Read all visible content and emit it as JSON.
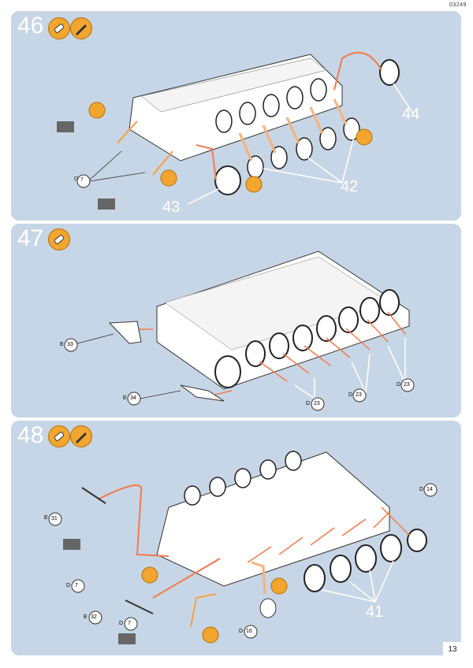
{
  "header": {
    "code": "03249"
  },
  "steps": [
    {
      "number": "46",
      "icons": [
        "glue-tube-icon",
        "paint-brush-icon"
      ],
      "callouts": [
        {
          "sprue": "D",
          "part": "7"
        },
        {
          "big": "42"
        },
        {
          "big": "43"
        },
        {
          "big": "44"
        }
      ]
    },
    {
      "number": "47",
      "icons": [
        "glue-tube-icon"
      ],
      "callouts": [
        {
          "sprue": "E",
          "part": "33"
        },
        {
          "sprue": "E",
          "part": "34"
        },
        {
          "sprue": "D",
          "part": "23"
        },
        {
          "sprue": "D",
          "part": "23"
        },
        {
          "sprue": "D",
          "part": "23"
        }
      ]
    },
    {
      "number": "48",
      "icons": [
        "glue-tube-icon",
        "paint-brush-icon"
      ],
      "callouts": [
        {
          "sprue": "E",
          "part": "31"
        },
        {
          "sprue": "D",
          "part": "7"
        },
        {
          "sprue": "E",
          "part": "32"
        },
        {
          "sprue": "D",
          "part": "7"
        },
        {
          "sprue": "D",
          "part": "16"
        },
        {
          "sprue": "D",
          "part": "14"
        },
        {
          "big": "41"
        }
      ]
    }
  ],
  "footer": {
    "page_number": "13"
  },
  "colors": {
    "panel": "#c7d6e6",
    "arrow": "#f47a4a",
    "accent": "#f2a630"
  }
}
